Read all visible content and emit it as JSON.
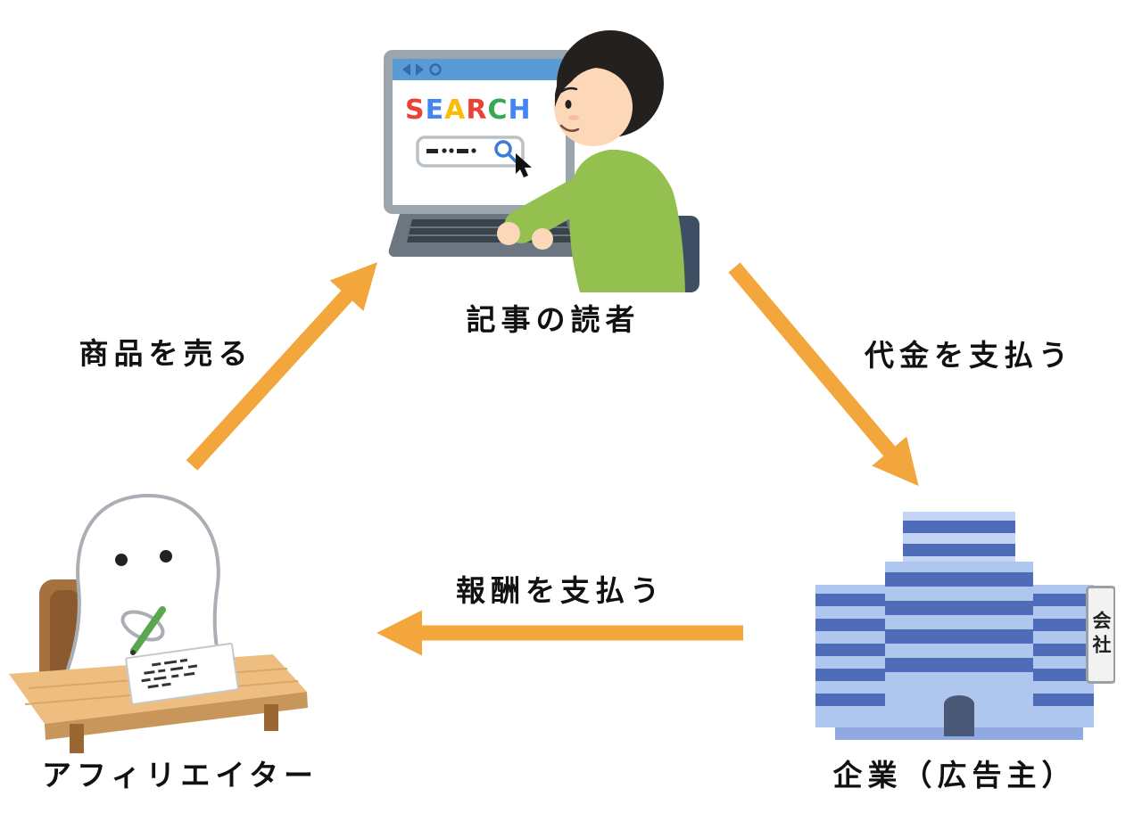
{
  "diagram": {
    "background": "#ffffff",
    "nodes": [
      {
        "id": "reader",
        "label": "記事の読者"
      },
      {
        "id": "affiliater",
        "label": "アフィリエイター"
      },
      {
        "id": "advertiser",
        "label": "企業（広告主）"
      }
    ],
    "arrows": [
      {
        "id": "sell-product",
        "label": "商品を売る",
        "from": "affiliater",
        "to": "reader"
      },
      {
        "id": "pay-price",
        "label": "代金を支払う",
        "from": "reader",
        "to": "advertiser"
      },
      {
        "id": "pay-reward",
        "label": "報酬を支払う",
        "from": "advertiser",
        "to": "affiliater"
      }
    ],
    "illustrations": {
      "reader": {
        "screen_text": "SEARCH"
      },
      "advertiser": {
        "sign_text": "会社"
      }
    },
    "colors": {
      "arrow": "#F2A63B",
      "label_text": "#111111",
      "search_letters": [
        "#EA4335",
        "#4285F4",
        "#FBBC05",
        "#EA4335",
        "#34A853",
        "#4285F4"
      ]
    }
  }
}
